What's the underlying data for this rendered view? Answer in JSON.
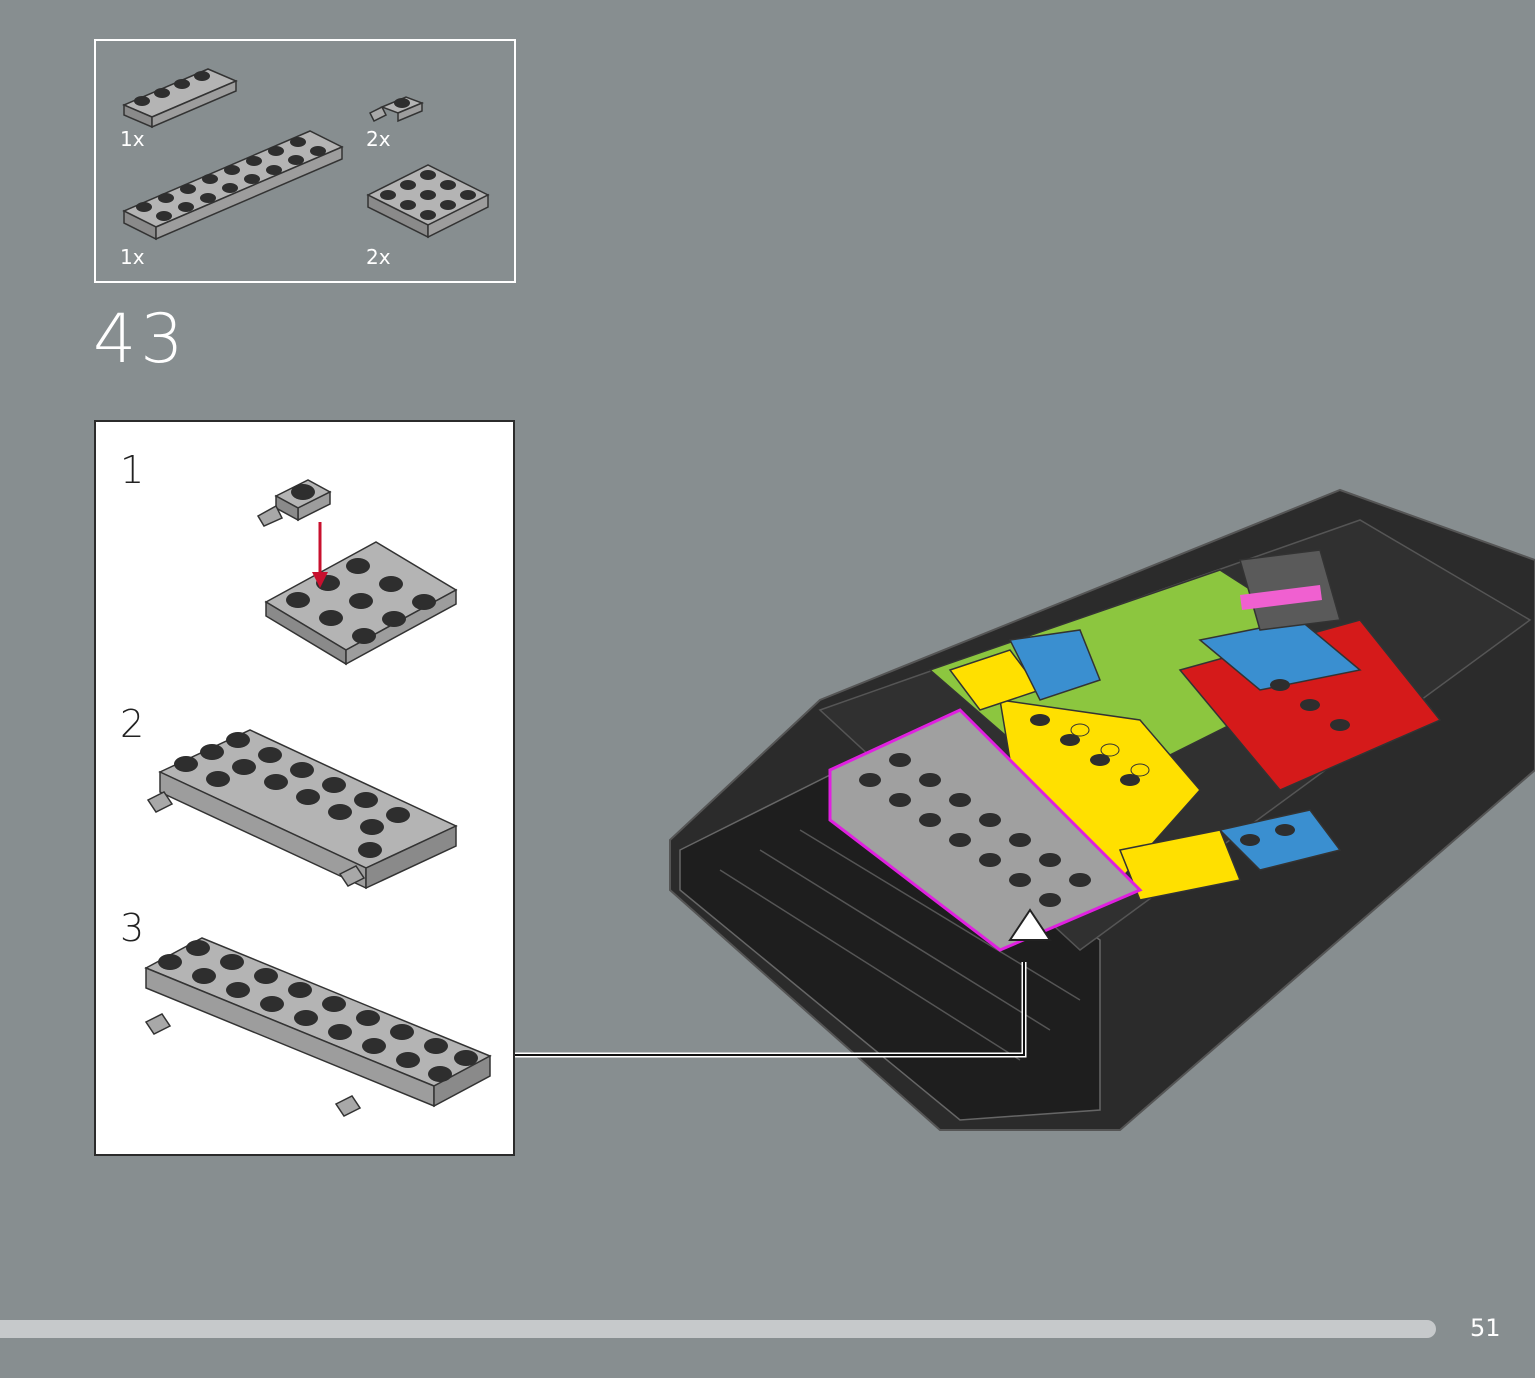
{
  "step": {
    "number": "43"
  },
  "parts_list": [
    {
      "qty": "1x",
      "part": "plate-1x4-icon"
    },
    {
      "qty": "2x",
      "part": "plate-1x1-clip-icon"
    },
    {
      "qty": "1x",
      "part": "plate-2x8-icon"
    },
    {
      "qty": "2x",
      "part": "plate-2x3-icon"
    }
  ],
  "substeps": [
    {
      "number": "1"
    },
    {
      "number": "2"
    },
    {
      "number": "3"
    }
  ],
  "page": {
    "number": "51"
  },
  "colors": {
    "background": "#878e90",
    "brick_gray": "#a0a0a0",
    "brick_dark": "#2b2b2b",
    "highlight": "#e020e0",
    "arrow_red": "#c8102e"
  }
}
